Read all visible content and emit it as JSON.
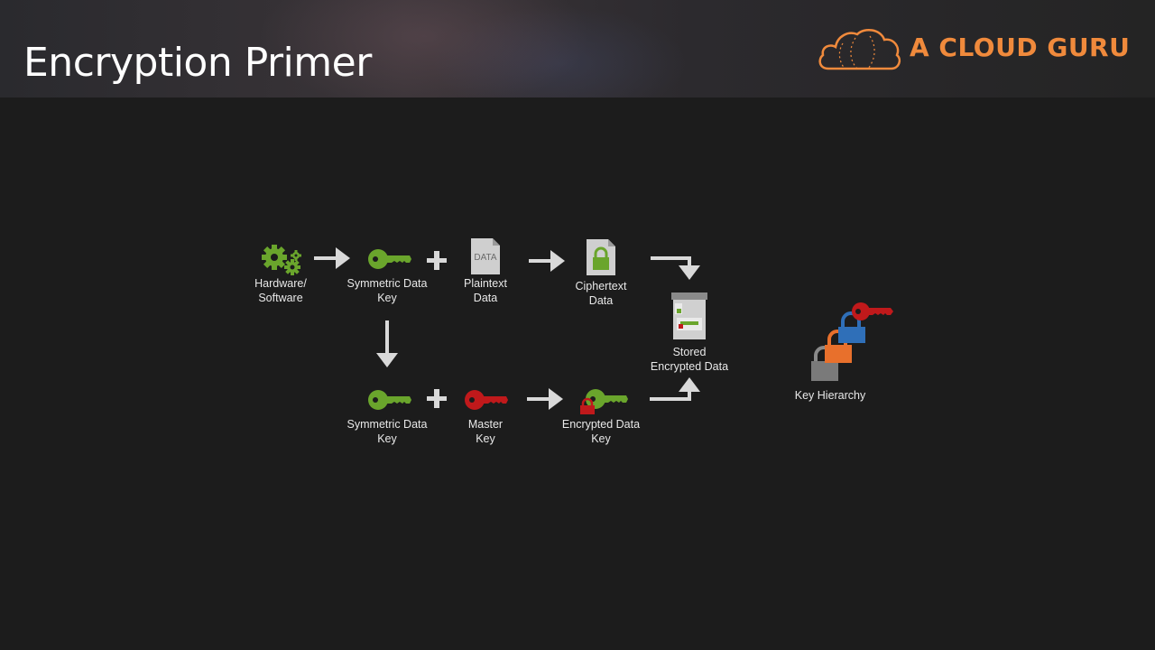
{
  "slide": {
    "title": "Encryption Primer",
    "brand": "A CLOUD GURU"
  },
  "diagram": {
    "hardware_software": "Hardware/\nSoftware",
    "symmetric_key_top": "Symmetric Data\nKey",
    "plaintext": "Plaintext\nData",
    "plaintext_doc_text": "DATA",
    "ciphertext": "Ciphertext\nData",
    "stored": "Stored\nEncrypted Data",
    "symmetric_key_bottom": "Symmetric Data\nKey",
    "master_key": "Master\nKey",
    "encrypted_data_key": "Encrypted Data\nKey",
    "key_hierarchy": "Key Hierarchy"
  },
  "colors": {
    "accent": "#f08a3c",
    "green": "#6aa52c",
    "red": "#c0191b",
    "blue": "#2f6fb8",
    "orange": "#e8702c",
    "gray": "#8a8a8a",
    "arrow": "#d9d9d9"
  },
  "icons": [
    "gears-icon",
    "key-icon",
    "document-icon",
    "lock-icon",
    "storage-bin-icon",
    "plus-icon",
    "arrow-icon"
  ]
}
